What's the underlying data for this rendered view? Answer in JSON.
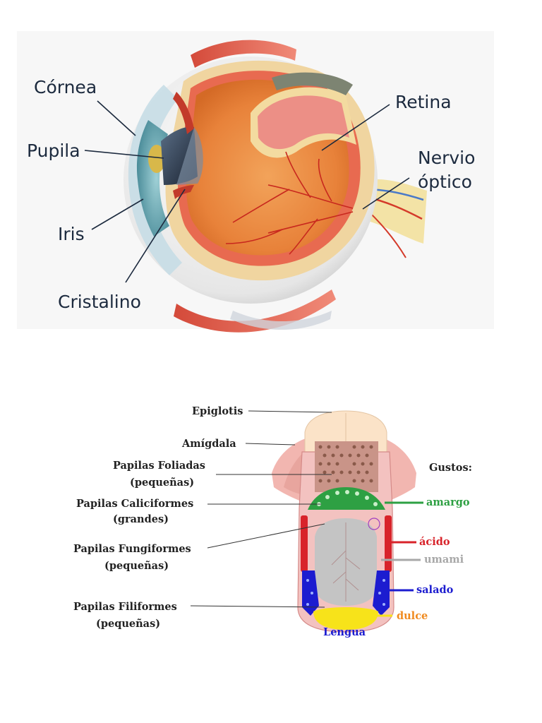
{
  "eye_diagram": {
    "labels": {
      "cornea": "Córnea",
      "pupila": "Pupila",
      "iris": "Iris",
      "cristalino": "Cristalino",
      "retina": "Retina",
      "nervio_line1": "Nervio",
      "nervio_line2": "óptico"
    }
  },
  "tongue_diagram": {
    "labels": {
      "epiglotis": "Epiglotis",
      "amigdala": "Amígdala",
      "foliadas_line1": "Papilas Foliadas",
      "foliadas_line2": "(pequeñas)",
      "caliciformes_line1": "Papilas Caliciformes",
      "caliciformes_line2": "(grandes)",
      "fungiformes_line1": "Papilas Fungiformes",
      "fungiformes_line2": "(pequeñas)",
      "filiformes_line1": "Papilas Filiformes",
      "filiformes_line2": "(pequeñas)",
      "lengua": "Lengua"
    },
    "gustos": {
      "title": "Gustos:",
      "items": [
        {
          "label": "amargo",
          "color": "#2ea043"
        },
        {
          "label": "ácido",
          "color": "#d8232a"
        },
        {
          "label": "umami",
          "color": "#a8a8a8"
        },
        {
          "label": "salado",
          "color": "#1c1cd0"
        },
        {
          "label": "dulce",
          "color": "#f08a1e"
        }
      ]
    }
  }
}
